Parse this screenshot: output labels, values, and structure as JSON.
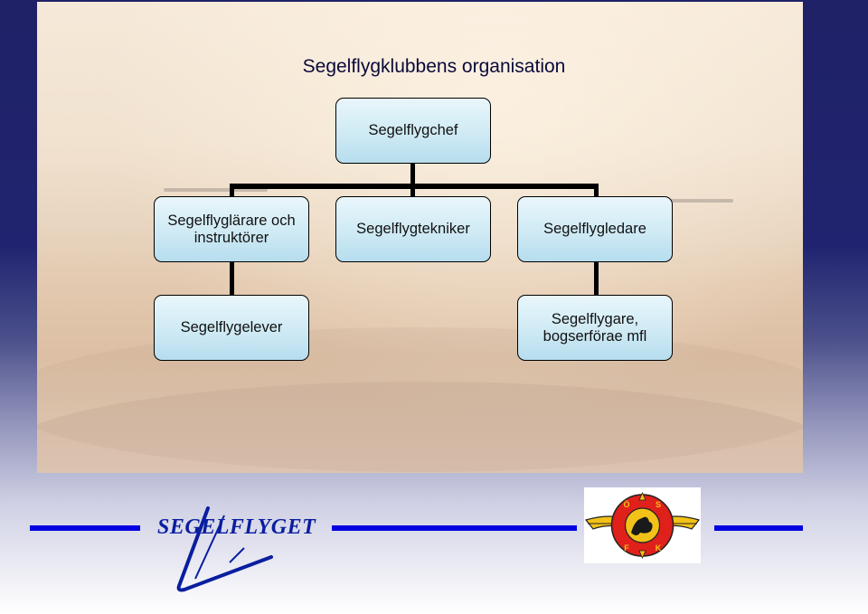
{
  "title": "Segelflygklubbens organisation",
  "boxes": {
    "chief": "Segelflygchef",
    "instructors": "Segelflyglärare och\ninstruktörer",
    "technician": "Segelflygtekniker",
    "leader": "Segelflygledare",
    "students": "Segelflygelever",
    "pilots": "Segelflygare,\nbogserförae mfl"
  },
  "logo": {
    "text": "SEGELFLYGET",
    "badge_letters": [
      "Ö",
      "S",
      "F",
      "K"
    ]
  },
  "colors": {
    "box_fill": "#cfeaf4",
    "footer_bar": "#0000e0",
    "background_top": "#1f2266",
    "logo_blue": "#0a1ea0",
    "badge_red": "#e0201a",
    "badge_yellow": "#f2c218"
  }
}
